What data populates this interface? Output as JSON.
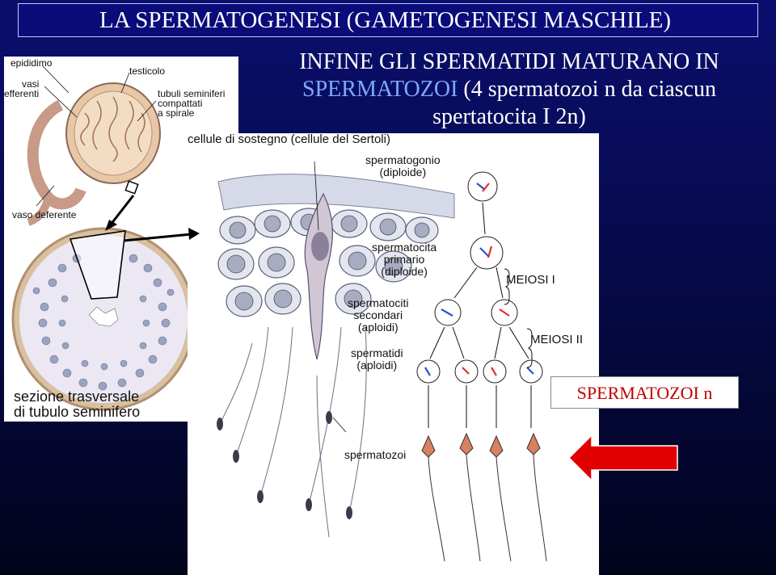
{
  "title": "LA SPERMATOGENESI  (GAMETOGENESI MASCHILE)",
  "heading": {
    "line1": "INFINE GLI SPERMATIDI MATURANO IN",
    "line2_blue": "SPERMATOZOI",
    "line2_rest": " (4 spermatozoi n da ciascun",
    "line3": "spertatocita I 2n)"
  },
  "anatomy_labels": {
    "epididimo": "epididimo",
    "testicolo": "testicolo",
    "vasi_efferenti_1": "vasi",
    "vasi_efferenti_2": "efferenti",
    "tubuli_1": "tubuli seminiferi",
    "tubuli_2": "compattati",
    "tubuli_3": "a spirale",
    "vaso_deferente": "vaso deferente",
    "sezione_1": "sezione trasversale",
    "sezione_2": "di tubulo seminifero"
  },
  "diagram_labels": {
    "sertoli": "cellule di sostegno (cellule del Sertoli)",
    "spermatogonio_1": "spermatogonio",
    "spermatogonio_2": "(diploide)",
    "spermatocita_1": "spermatocita",
    "spermatocita_2": "primario",
    "spermatocita_3": "(diploide)",
    "meiosi1": "MEIOSI I",
    "secondari_1": "spermatociti",
    "secondari_2": "secondari",
    "secondari_3": "(aploidi)",
    "meiosi2": "MEIOSI II",
    "spermatidi_1": "spermatidi",
    "spermatidi_2": "(aploidi)",
    "spermatozoi": "spermatozoi"
  },
  "highlight_box": "SPERMATOZOI n",
  "colors": {
    "background": "#060a4a",
    "title_bar": "#0a0c7a",
    "accent_blue": "#7fa8ff",
    "red": "#e00000"
  }
}
